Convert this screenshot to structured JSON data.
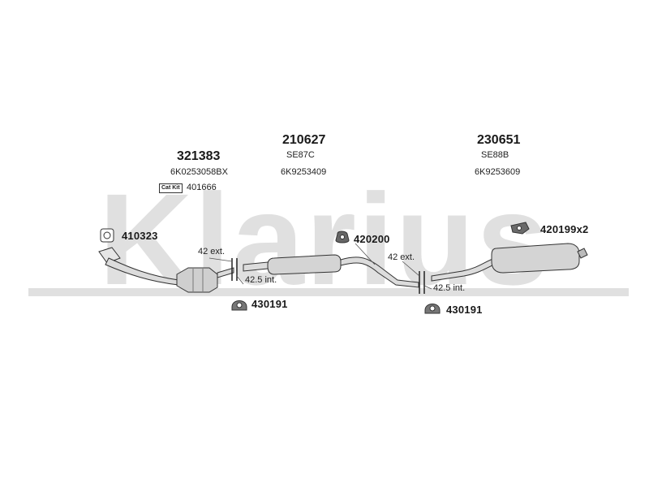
{
  "watermark": {
    "text": "Klarius",
    "color": "#e0e0e0"
  },
  "groups": [
    {
      "part": "321383",
      "code": "",
      "oem": "6K0253058BX"
    },
    {
      "part": "210627",
      "code": "SE87C",
      "oem": "6K9253409"
    },
    {
      "part": "230651",
      "code": "SE88B",
      "oem": "6K9253609"
    }
  ],
  "catkit": {
    "badge": "Cat Kit",
    "part": "401666"
  },
  "callouts": {
    "gasket_front": "410323",
    "clamp_left": "430191",
    "hanger_mid": "420200",
    "clamp_right": "430191",
    "hanger_rear": "420199x2"
  },
  "joints": {
    "left_ext": "42 ext.",
    "left_int": "42.5 int.",
    "right_ext": "42 ext.",
    "right_int": "42.5 int."
  }
}
